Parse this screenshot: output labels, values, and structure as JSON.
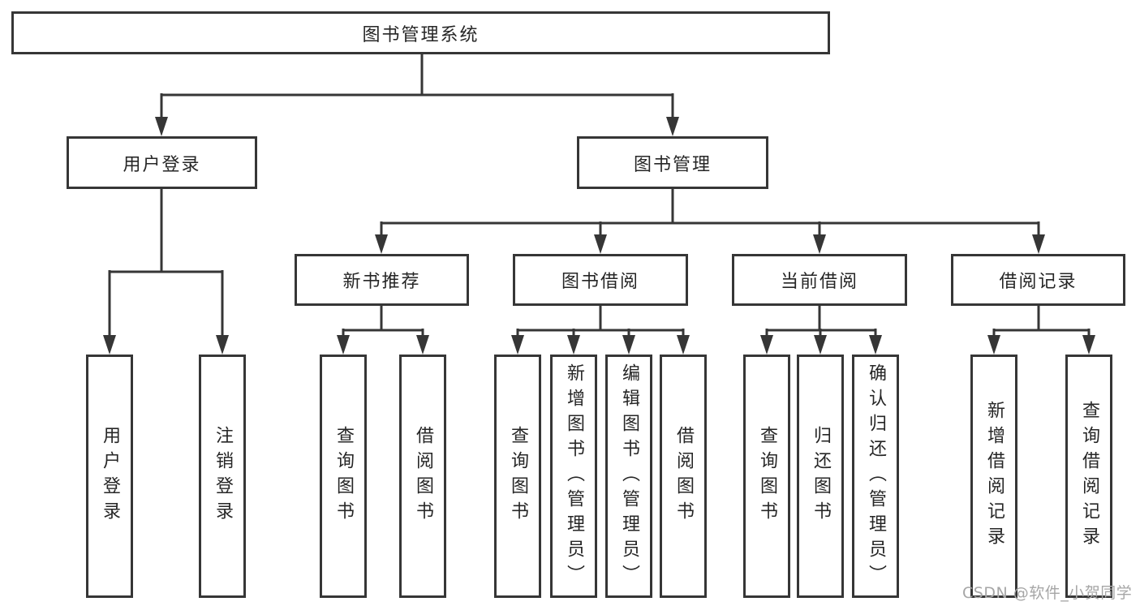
{
  "diagram_title": "图书管理系统",
  "tree": {
    "label": "图书管理系统",
    "children": [
      {
        "label": "用户登录",
        "children": [
          {
            "label": "用户登录"
          },
          {
            "label": "注销登录"
          }
        ]
      },
      {
        "label": "图书管理",
        "children": [
          {
            "label": "新书推荐",
            "children": [
              {
                "label": "查询图书"
              },
              {
                "label": "借阅图书"
              }
            ]
          },
          {
            "label": "图书借阅",
            "children": [
              {
                "label": "查询图书"
              },
              {
                "label": "新增图书（管理员）"
              },
              {
                "label": "编辑图书（管理员）"
              },
              {
                "label": "借阅图书"
              }
            ]
          },
          {
            "label": "当前借阅",
            "children": [
              {
                "label": "查询图书"
              },
              {
                "label": "归还图书"
              },
              {
                "label": "确认归还（管理员）"
              }
            ]
          },
          {
            "label": "借阅记录",
            "children": [
              {
                "label": "新增借阅记录"
              },
              {
                "label": "查询借阅记录"
              }
            ]
          }
        ]
      }
    ]
  },
  "watermark": {
    "text": "CSDN @软件_小贺同学"
  },
  "colors": {
    "line": "#363636",
    "box_border": "#363636",
    "text": "#262626",
    "watermark": "#a6a6a6",
    "background": "#ffffff"
  }
}
